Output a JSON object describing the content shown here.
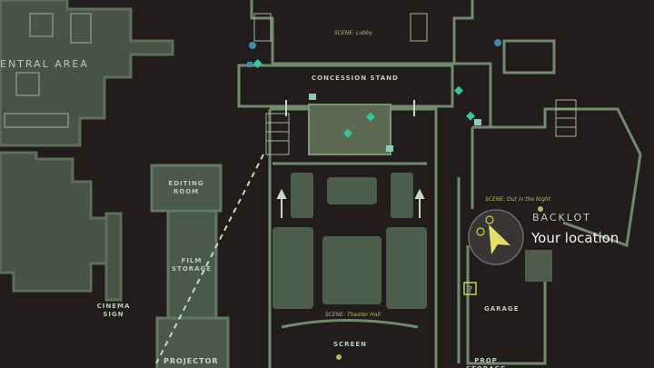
{
  "areas": {
    "central_area": "ENTRAL AREA",
    "concession_stand": "CONCESSION STAND",
    "editing_room": "EDITING\nROOM",
    "film_storage": "FILM\nSTORAGE",
    "cinema_sign": "CINEMA\nSIGN",
    "projector": "PROJECTOR",
    "screen": "SCREEN",
    "garage": "GARAGE",
    "backlot": "BACKLOT",
    "prop_storage": "PROP\nSTORAGE"
  },
  "scenes": {
    "lobby": "SCENE: Lobby",
    "theater_hall": "SCENE: Theater Hall",
    "out_in_the_night": "SCENE: Out in the Night"
  },
  "player": {
    "label": "Your location",
    "icon": "player-arrow-icon",
    "color": "#e6dc6a"
  },
  "colors": {
    "background": "#221d1c",
    "room_fill": "#4c5a4c",
    "wall": "#6f8a6c",
    "accent": "#a9c060",
    "item": "#3fc7a8"
  }
}
